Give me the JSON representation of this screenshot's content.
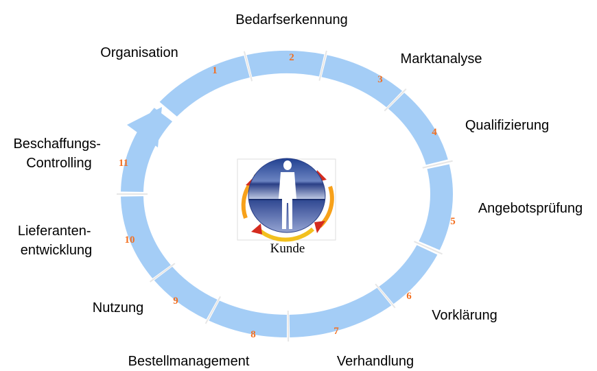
{
  "center": {
    "caption": "Kunde"
  },
  "steps": [
    {
      "number": "1",
      "label": "Organisation"
    },
    {
      "number": "2",
      "label": "Bedarfserkennung"
    },
    {
      "number": "3",
      "label": "Marktanalyse"
    },
    {
      "number": "4",
      "label": "Qualifizierung"
    },
    {
      "number": "5",
      "label": "Angebotsprüfung"
    },
    {
      "number": "6",
      "label": "Vorklärung"
    },
    {
      "number": "7",
      "label": "Verhandlung"
    },
    {
      "number": "8",
      "label": "Bestellmanagement"
    },
    {
      "number": "9",
      "label": "Nutzung"
    },
    {
      "number": "10",
      "label": "Lieferanten-entwicklung"
    },
    {
      "number": "11",
      "label": "Beschaffungs-Controlling"
    }
  ],
  "label_lines": {
    "step10": [
      "Lieferanten-",
      "entwicklung"
    ],
    "step11": [
      "Beschaffungs-",
      "Controlling"
    ]
  },
  "colors": {
    "ring": "#a4cdf6",
    "number": "#f37021",
    "text": "#000000",
    "arrow_orange": "#f7a11a",
    "arrow_red": "#d42b1e",
    "sky_top": "#1f3f8f",
    "sky_bottom": "#c9d3ea"
  }
}
